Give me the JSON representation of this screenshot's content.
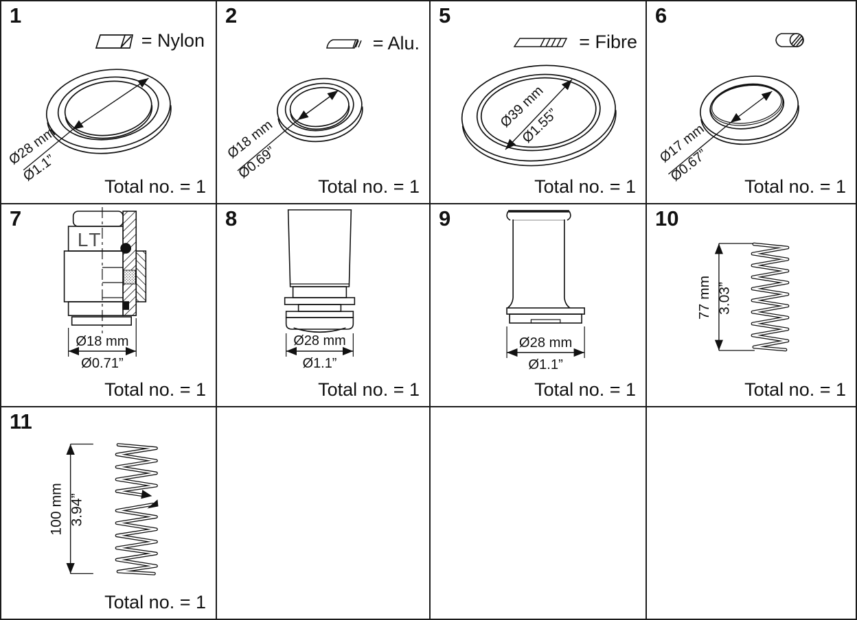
{
  "colors": {
    "ink": "#111111",
    "background": "#ffffff"
  },
  "cells": [
    {
      "number": "1",
      "legend": "= Nylon",
      "dim_mm": "Ø28 mm",
      "dim_in": "Ø1.1”",
      "total": "Total no. = 1"
    },
    {
      "number": "2",
      "legend": "= Alu.",
      "dim_mm": "Ø18 mm",
      "dim_in": "Ø0.69”",
      "total": "Total no. = 1"
    },
    {
      "number": "5",
      "legend": "= Fibre",
      "dim_mm": "Ø39 mm",
      "dim_in": "Ø1.55”",
      "total": "Total no. = 1"
    },
    {
      "number": "6",
      "dim_mm": "Ø17 mm",
      "dim_in": "Ø0.67”",
      "total": "Total no. = 1"
    },
    {
      "number": "7",
      "marking": "LT",
      "dim_mm": "Ø18 mm",
      "dim_in": "Ø0.71”",
      "total": "Total no. = 1"
    },
    {
      "number": "8",
      "dim_mm": "Ø28 mm",
      "dim_in": "Ø1.1”",
      "total": "Total no. = 1"
    },
    {
      "number": "9",
      "dim_mm": "Ø28 mm",
      "dim_in": "Ø1.1”",
      "total": "Total no. = 1"
    },
    {
      "number": "10",
      "dim_mm": "77 mm",
      "dim_in": "3.03”",
      "total": "Total no. = 1"
    },
    {
      "number": "11",
      "dim_mm": "100 mm",
      "dim_in": "3.94”",
      "total": "Total no. = 1"
    }
  ]
}
